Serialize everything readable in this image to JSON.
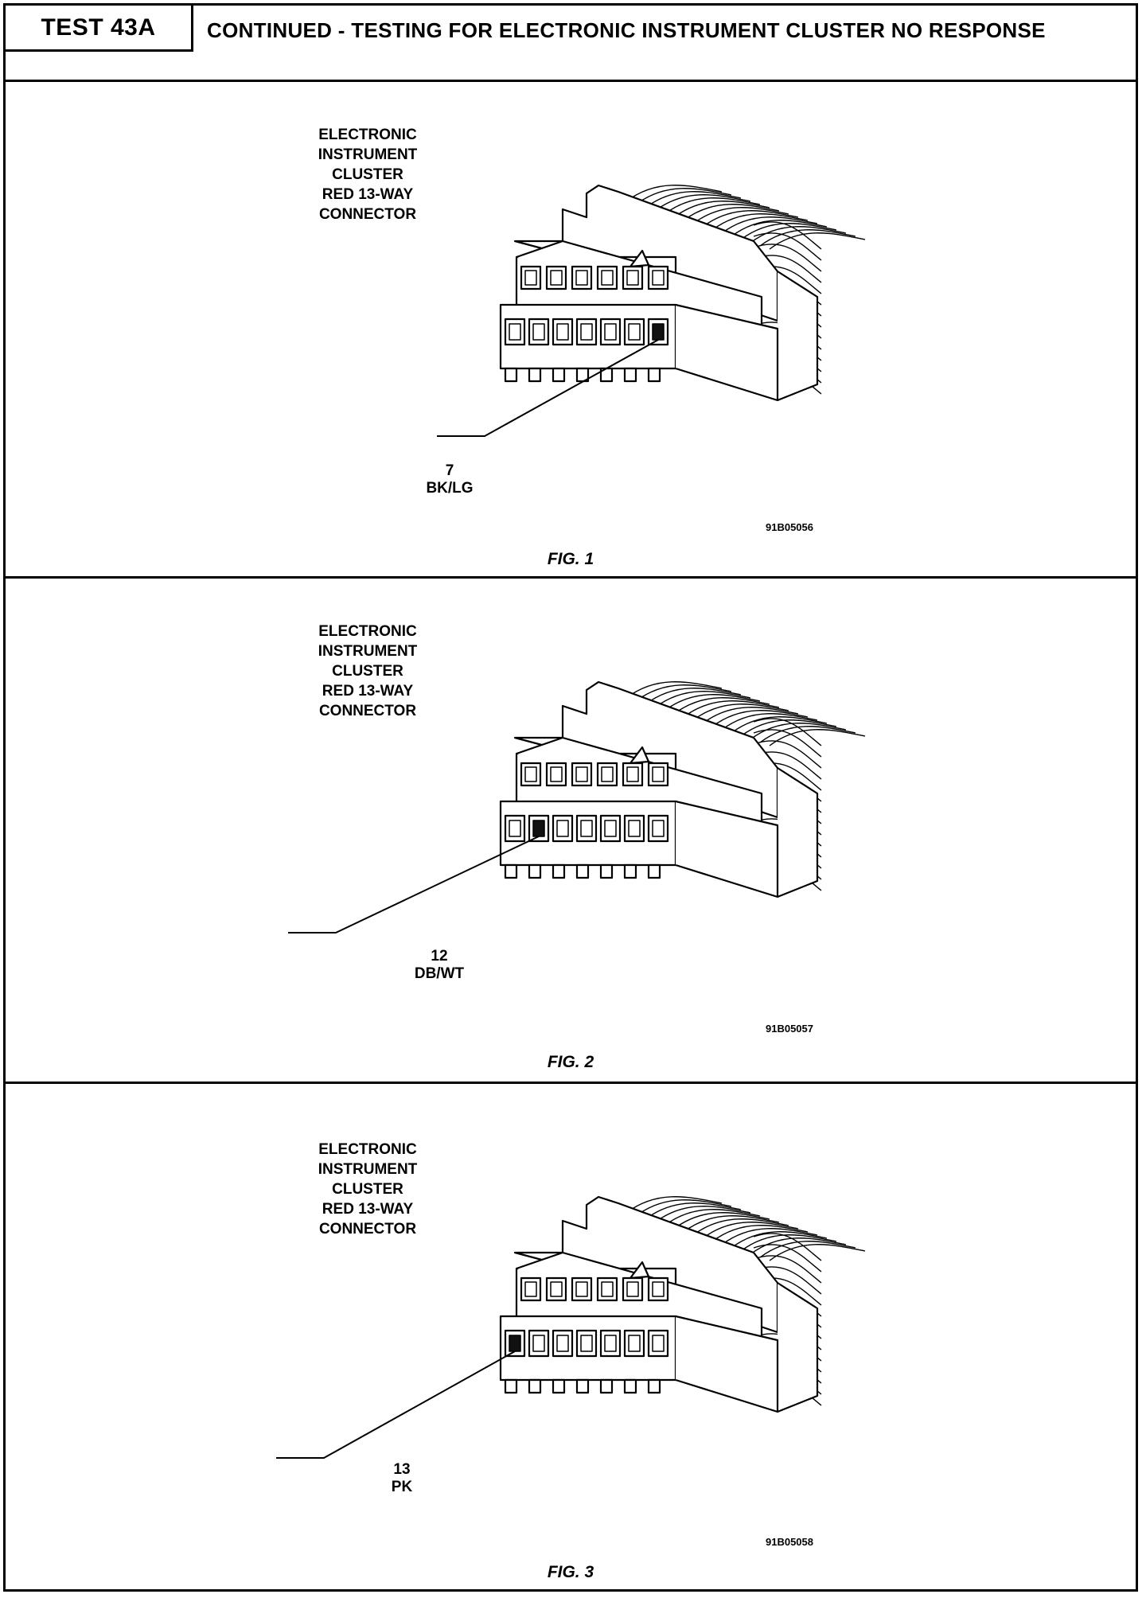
{
  "header": {
    "test_label": "TEST 43A",
    "title": "CONTINUED - TESTING FOR ELECTRONIC INSTRUMENT CLUSTER NO RESPONSE"
  },
  "figures": [
    {
      "connector_label": [
        "ELECTRONIC",
        "INSTRUMENT",
        "CLUSTER",
        "RED 13-WAY",
        "CONNECTOR"
      ],
      "pin_number": "7",
      "wire_color": "BK/LG",
      "highlighted_cavity": 7,
      "code": "91B05056",
      "caption": "FIG. 1"
    },
    {
      "connector_label": [
        "ELECTRONIC",
        "INSTRUMENT",
        "CLUSTER",
        "RED 13-WAY",
        "CONNECTOR"
      ],
      "pin_number": "12",
      "wire_color": "DB/WT",
      "highlighted_cavity": 12,
      "code": "91B05057",
      "caption": "FIG. 2"
    },
    {
      "connector_label": [
        "ELECTRONIC",
        "INSTRUMENT",
        "CLUSTER",
        "RED 13-WAY",
        "CONNECTOR"
      ],
      "pin_number": "13",
      "wire_color": "PK",
      "highlighted_cavity": 13,
      "code": "91B05058",
      "caption": "FIG. 3"
    }
  ]
}
